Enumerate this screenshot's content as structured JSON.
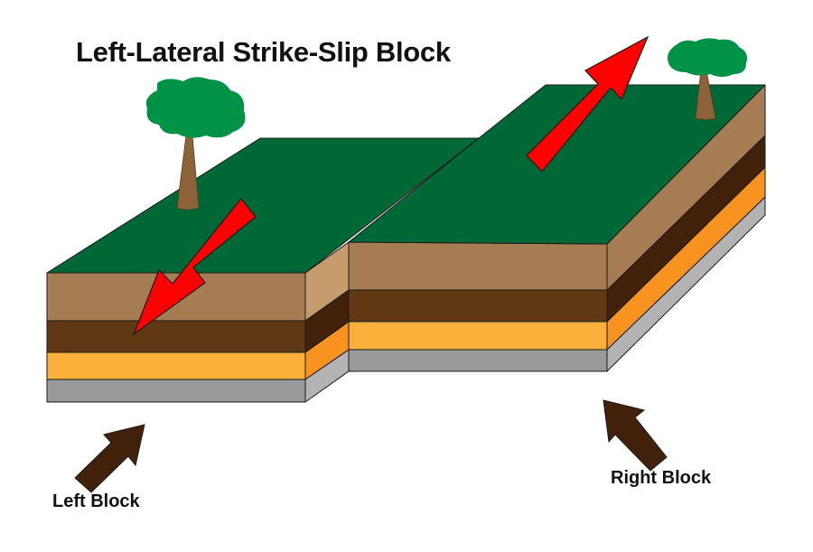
{
  "title": "Left-Lateral Strike-Slip Block",
  "labels": {
    "left_block": "Left Block",
    "right_block": "Right Block"
  },
  "colors": {
    "grass": "#006837",
    "soil_top": "#a67c52",
    "soil_top_side": "#c69c6d",
    "soil_dark": "#603813",
    "soil_dark_side": "#42210b",
    "sand": "#fbb03b",
    "sand_side": "#f7931e",
    "rock": "#999999",
    "rock_side": "#b3b3b3",
    "motion_arrow": "#ff0000",
    "pointer_arrow": "#42210b",
    "tree_leaves": "#009245",
    "tree_trunk": "#8c6239"
  }
}
